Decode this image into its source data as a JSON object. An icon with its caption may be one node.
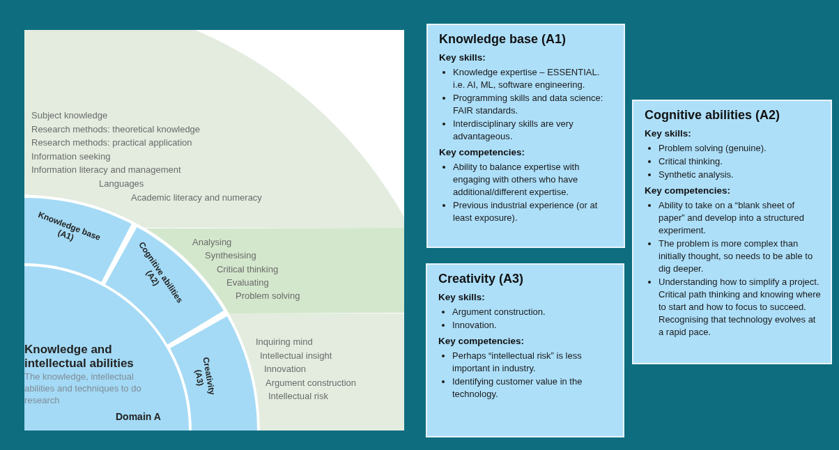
{
  "diagram": {
    "nodes": [
      {
        "text": [
          "Knowledge and intellectual abilities",
          "The knowledge, intellectual abilities and techniques to do research",
          "Domain A"
        ]
      },
      {
        "text": [
          "Knowledge base (A1)"
        ]
      },
      {
        "text": [
          "Cognitive abilities (A2)"
        ]
      },
      {
        "text": [
          "Creativity (A3)"
        ]
      },
      {
        "text": [
          "Subject knowledge",
          "Research methods: theoretical knowledge",
          "Research methods: practical application",
          "Information seeking",
          "Information literacy and management",
          "Languages",
          "Academic literacy and numeracy"
        ]
      },
      {
        "text": [
          "Analysing",
          "Synthesising",
          "Critical thinking",
          "Evaluating",
          "Problem solving"
        ]
      },
      {
        "text": [
          "Inquiring mind",
          "Intellectual insight",
          "Innovation",
          "Argument construction",
          "Intellectual risk"
        ]
      },
      {
        "text": [
          "Knowledge base (A1)",
          "Key skills:",
          "Knowledge expertise – ESSENTIAL. i.e. AI, ML, software engineering.",
          "Programming skills and data science: FAIR standards.",
          "Interdisciplinary skills are very advantageous.",
          "Key competencies:",
          "Ability to balance expertise with engaging with others who have additional/different expertise.",
          "Previous industrial experience (or at least exposure)."
        ]
      },
      {
        "text": [
          "Cognitive abilities (A2)",
          "Key skills:",
          "Problem solving (genuine).",
          "Critical thinking.",
          "Synthetic analysis.",
          "Key competencies:",
          "Ability to take on a “blank sheet of paper” and develop into a structured experiment.",
          "The problem is more complex than initially thought, so needs to be able to dig deeper.",
          "Understanding how to simplify a project. Critical path thinking and knowing where to start and how to focus to succeed. Recognising that technology evolves at a rapid pace."
        ]
      },
      {
        "text": [
          "Creativity (A3)",
          "Key skills:",
          "Argument construction.",
          "Innovation.",
          "Key competencies:",
          "Perhaps “intellectual risk” is less important in industry.",
          "Identifying customer value in the technology."
        ]
      }
    ]
  }
}
